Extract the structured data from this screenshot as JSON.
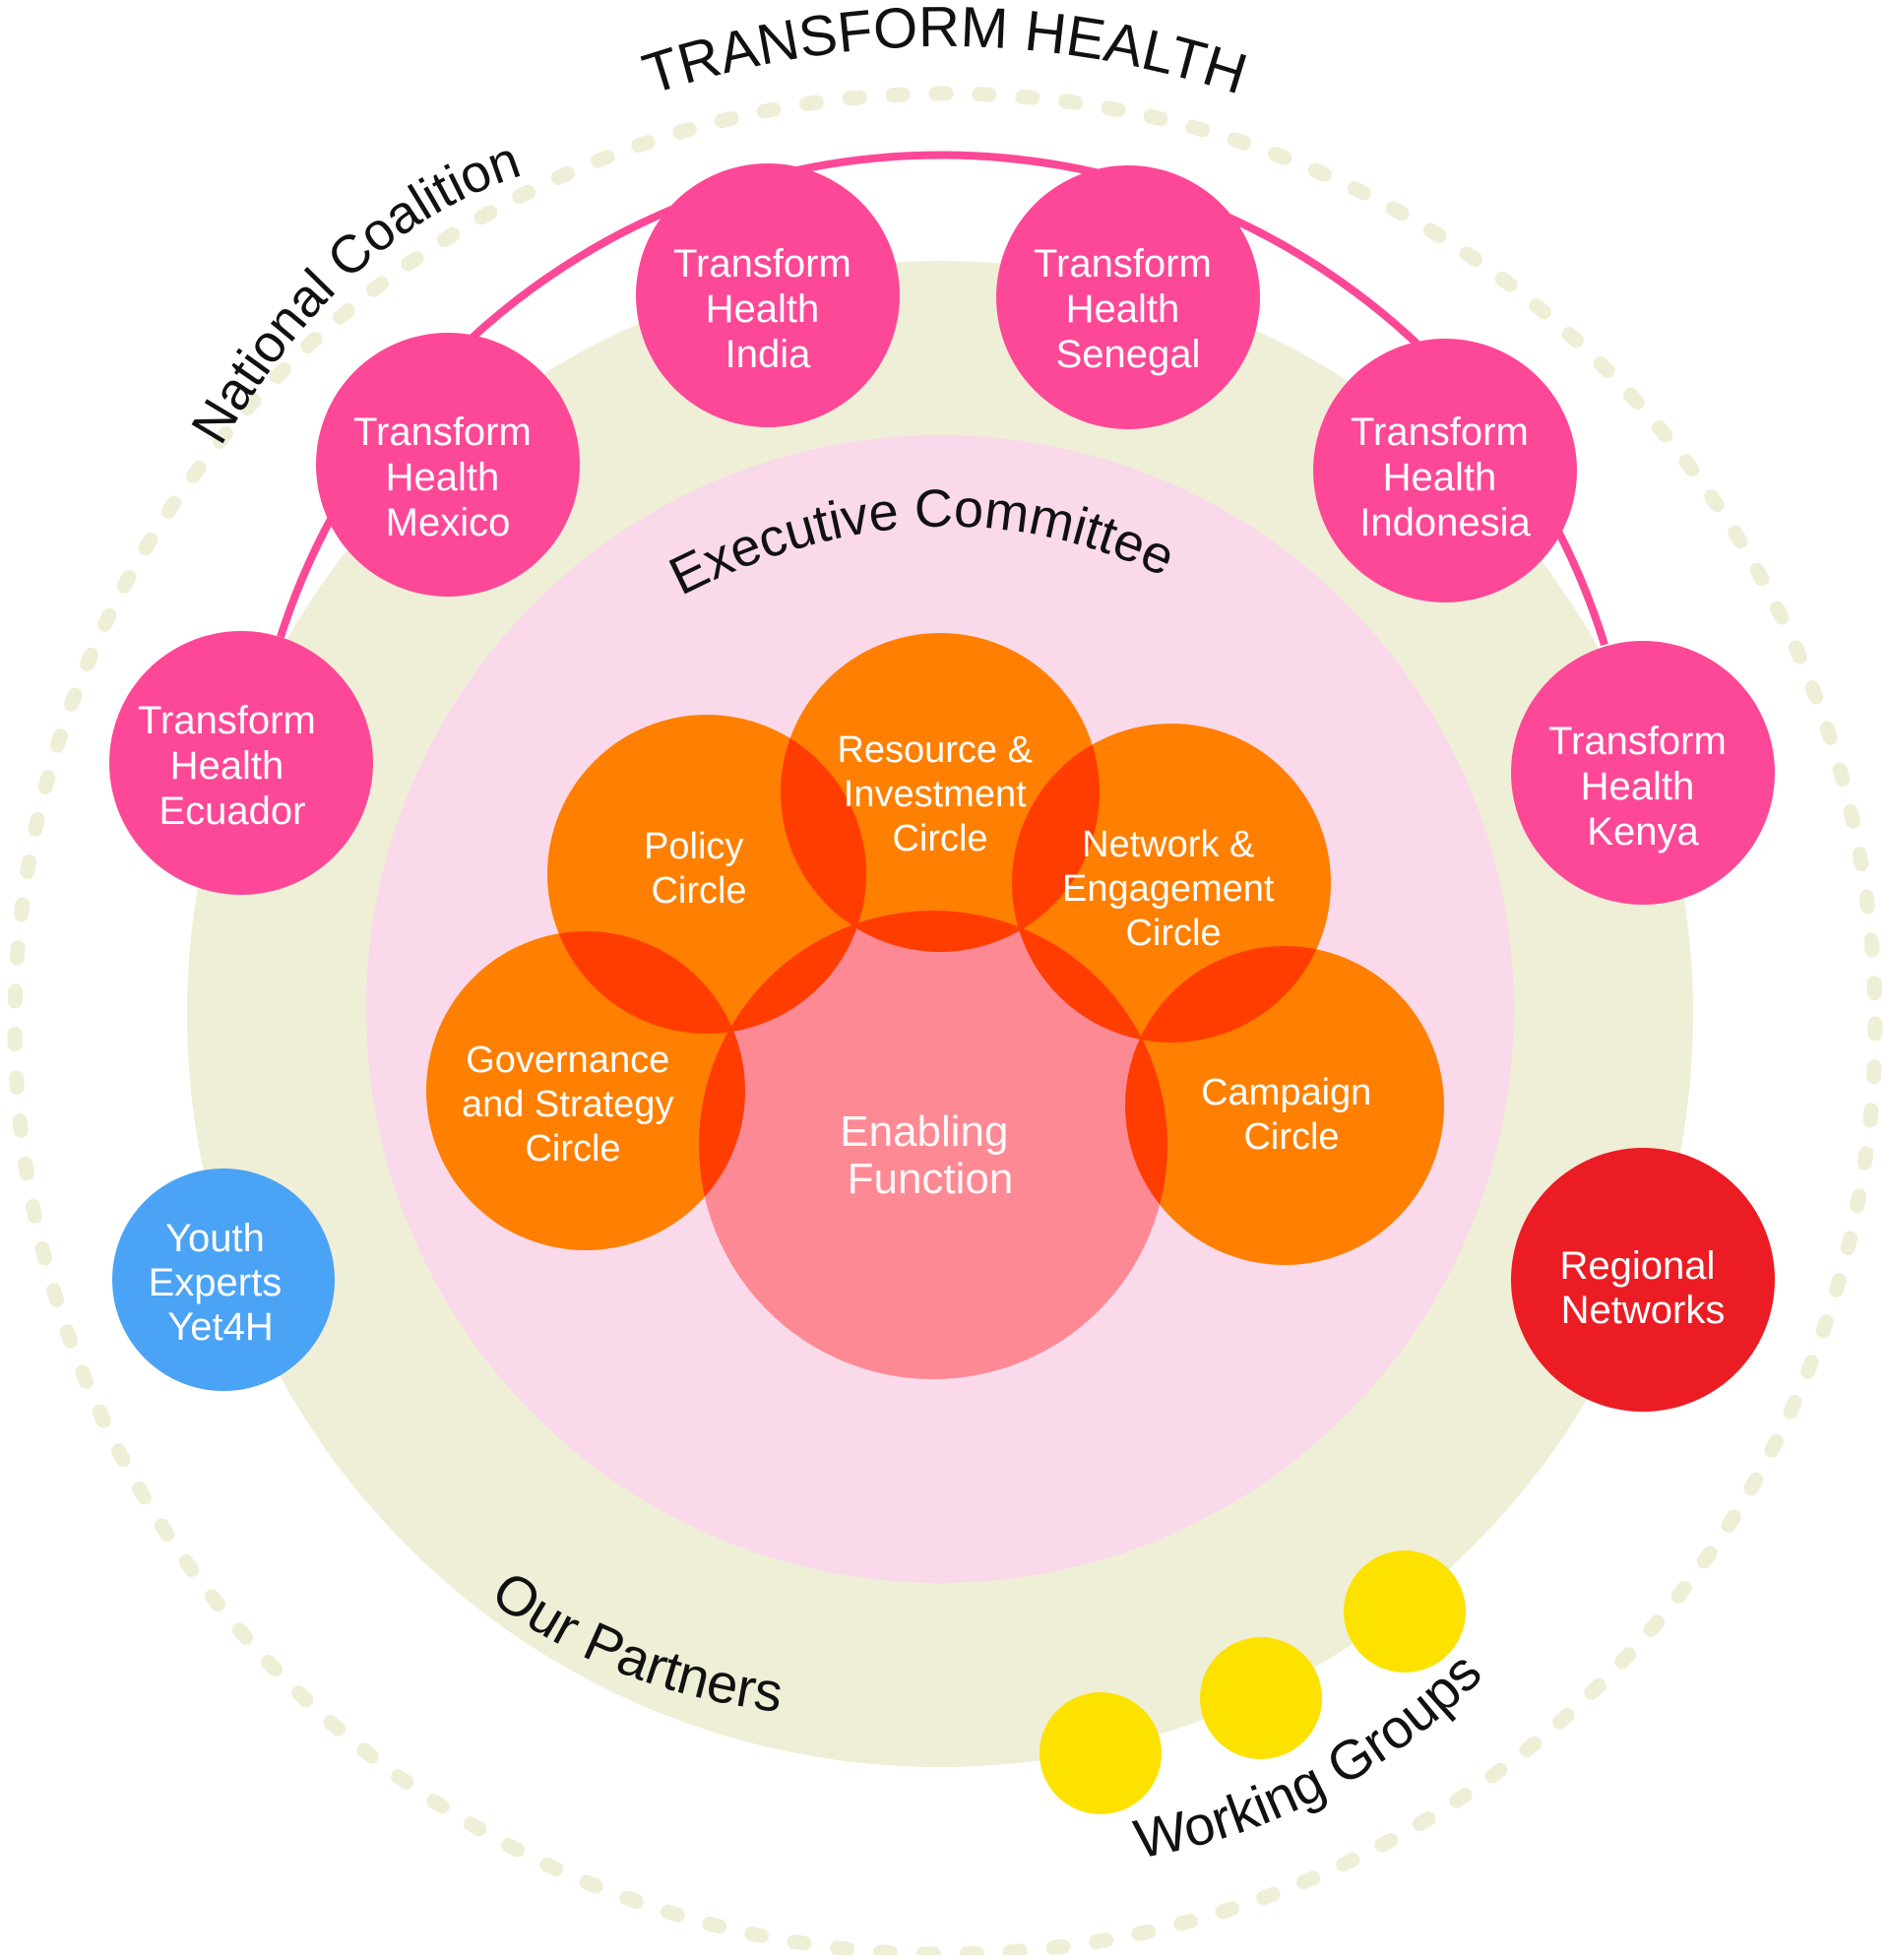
{
  "title": "TRANSFORM HEALTH",
  "ring_labels": {
    "national_coalition": "National Coalition",
    "executive_committee": "Executive Committee",
    "our_partners": "Our Partners",
    "working_groups": "Working Groups"
  },
  "national_coalitions": [
    {
      "line1": "Transform",
      "line2": "Health",
      "country": "Ecuador"
    },
    {
      "line1": "Transform",
      "line2": "Health",
      "country": "Mexico"
    },
    {
      "line1": "Transform",
      "line2": "Health",
      "country": "India"
    },
    {
      "line1": "Transform",
      "line2": "Health",
      "country": "Senegal"
    },
    {
      "line1": "Transform",
      "line2": "Health",
      "country": "Indonesia"
    },
    {
      "line1": "Transform",
      "line2": "Health",
      "country": "Kenya"
    }
  ],
  "circles": {
    "resource": {
      "line1": "Resource &",
      "line2": "Investment",
      "line3": "Circle"
    },
    "policy": {
      "line1": "Policy",
      "line2": "Circle"
    },
    "network": {
      "line1": "Network &",
      "line2": "Engagement",
      "line3": "Circle"
    },
    "governance": {
      "line1": "Governance",
      "line2": "and Strategy",
      "line3": "Circle"
    },
    "campaign": {
      "line1": "Campaign",
      "line2": "Circle"
    },
    "enabling": {
      "line1": "Enabling",
      "line2": "Function"
    }
  },
  "partners": {
    "youth": {
      "line1": "Youth",
      "line2": "Experts",
      "line3": "Yet4H"
    },
    "regional": {
      "line1": "Regional",
      "line2": "Networks"
    }
  },
  "colors": {
    "outer_ring": "#efeed7",
    "dashed_border": "#efeed7",
    "executive_fill": "#f9d9ea",
    "coalition_pink": "#fc4897",
    "circle_orange": "#ff7f00",
    "overlap_red": "#ff3d00",
    "enabling_pink": "#fd8994",
    "youth_blue": "#4ba3f5",
    "regional_red": "#ec1c24",
    "working_yellow": "#fde200"
  }
}
